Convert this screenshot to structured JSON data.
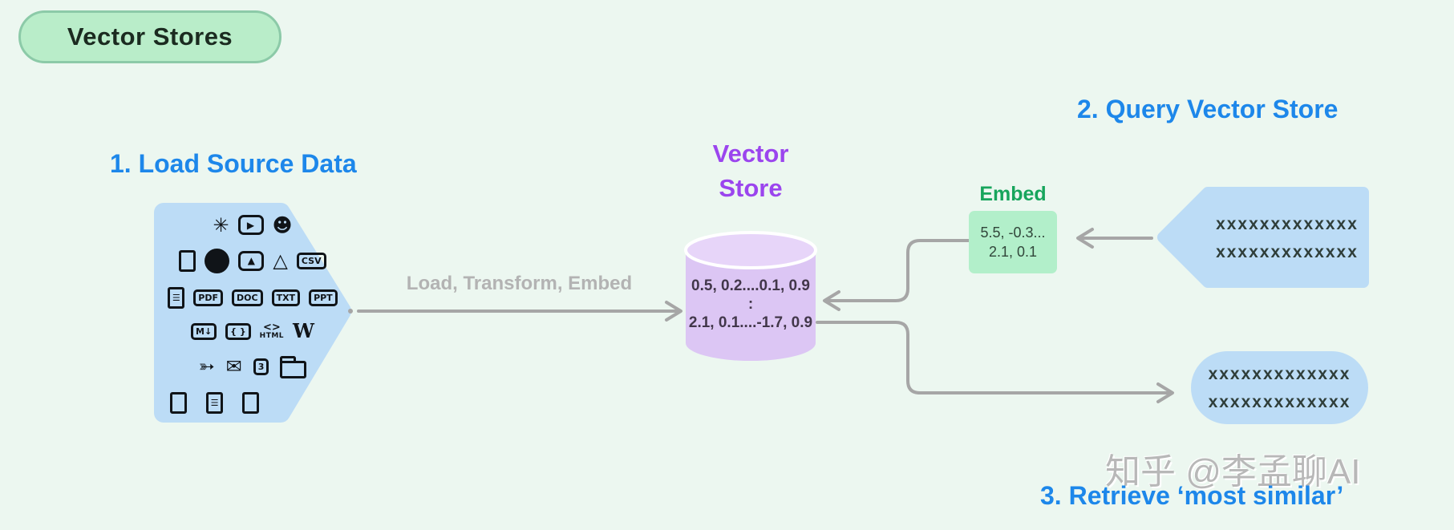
{
  "badge": {
    "label": "Vector Stores"
  },
  "steps": {
    "step1": "1. Load Source Data",
    "step2": "2. Query Vector Store",
    "step3": "3. Retrieve ‘most similar’"
  },
  "pipeline": {
    "arrow_label": "Load, Transform, Embed"
  },
  "vector_store": {
    "title": "Vector Store",
    "values": [
      "0.5, 0.2....0.1, 0.9",
      ":",
      "2.1, 0.1....-1.7, 0.9"
    ]
  },
  "embed": {
    "label": "Embed",
    "values": [
      "5.5, -0.3...",
      "2.1, 0.1"
    ]
  },
  "query_box": {
    "lines": [
      "xxxxxxxxxxxxx",
      "xxxxxxxxxxxxx"
    ]
  },
  "result_box": {
    "lines": [
      "xxxxxxxxxxxxx",
      "xxxxxxxxxxxxx"
    ]
  },
  "watermark": {
    "text": "知乎 @李孟聊AI"
  },
  "colors": {
    "bg": "#ecf7f0",
    "blue": "#1d87ea",
    "purple": "#9b45ee",
    "green": "#17a55c",
    "badge-fill": "#b9edc9",
    "badge-border": "#8ccaa8",
    "badge-text": "#1b2b20",
    "shape-blue": "#bcdcf6",
    "cyl-fill": "#dcc6f4",
    "cyl-top": "#e7d5f9",
    "embed-fill": "#b2efca",
    "arrow-gray": "#a6a6a6",
    "label-gray": "#b3b3b3",
    "dark-text": "#2f3e3a",
    "cyl-text": "#42374a",
    "watermark": "#b8b8b8"
  },
  "load_shape": {
    "rows": [
      [
        {
          "name": "slack",
          "kind": "glyph",
          "glyph": "✳"
        },
        {
          "name": "youtube",
          "kind": "boxglyph",
          "glyph": "▶"
        },
        {
          "name": "discord",
          "kind": "glyph",
          "glyph": "☻"
        }
      ],
      [
        {
          "name": "file",
          "kind": "file"
        },
        {
          "name": "github",
          "kind": "circle"
        },
        {
          "name": "image",
          "kind": "boxglyph",
          "glyph": "▲"
        },
        {
          "name": "google-drive",
          "kind": "glyph",
          "glyph": "△"
        },
        {
          "name": "csv",
          "kind": "label",
          "glyph": "CSV"
        }
      ],
      [
        {
          "name": "file-text",
          "kind": "file-text"
        },
        {
          "name": "pdf",
          "kind": "label",
          "glyph": "PDF"
        },
        {
          "name": "doc",
          "kind": "label",
          "glyph": "DOC"
        },
        {
          "name": "txt",
          "kind": "label",
          "glyph": "TXT"
        },
        {
          "name": "ppt",
          "kind": "label",
          "glyph": "PPT"
        }
      ],
      [
        {
          "name": "markdown",
          "kind": "label",
          "glyph": "M↓"
        },
        {
          "name": "code-file",
          "kind": "label",
          "glyph": "{ }"
        },
        {
          "name": "html",
          "kind": "stack",
          "glyph": "<>",
          "sub": "HTML"
        },
        {
          "name": "wikipedia",
          "kind": "serif",
          "glyph": "W"
        }
      ],
      [
        {
          "name": "twitter",
          "kind": "glyph",
          "glyph": "➳"
        },
        {
          "name": "email",
          "kind": "glyph",
          "glyph": "✉"
        },
        {
          "name": "css",
          "kind": "label",
          "glyph": "3"
        },
        {
          "name": "folder",
          "kind": "folder"
        }
      ],
      [
        {
          "name": "file",
          "kind": "file"
        },
        {
          "name": "file-text",
          "kind": "file-text"
        },
        {
          "name": "file",
          "kind": "file"
        }
      ]
    ]
  }
}
